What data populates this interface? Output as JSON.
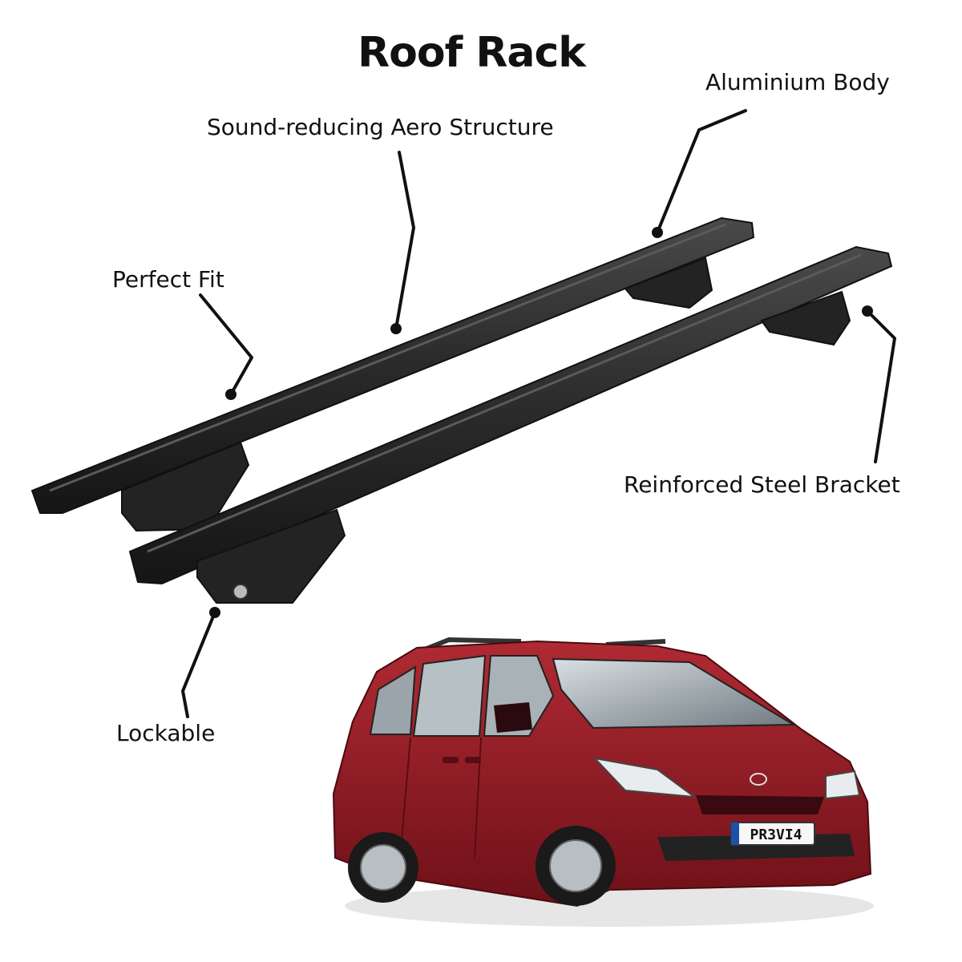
{
  "title": "Roof Rack",
  "labels": {
    "aero": "Sound-reducing Aero Structure",
    "aluminium": "Aluminium Body",
    "fit": "Perfect Fit",
    "steel": "Reinforced Steel Bracket",
    "lockable": "Lockable"
  },
  "plate": "PR3VI4",
  "colors": {
    "bar": "#2b2b2b",
    "car_body": "#8e1a22",
    "leader": "#111111"
  }
}
